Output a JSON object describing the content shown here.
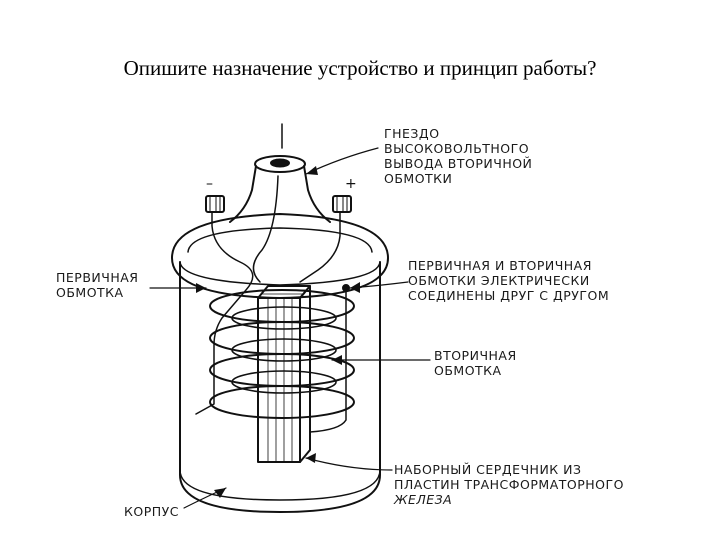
{
  "slide": {
    "title": "Опишите назначение устройство и принцип работы?"
  },
  "diagram": {
    "terminal_minus": "–",
    "terminal_plus": "+",
    "labels": {
      "socket": [
        "ГНЕЗДО",
        "ВЫСОКОВОЛЬТНОГО",
        "ВЫВОДА ВТОРИЧНОЙ",
        "ОБМОТКИ"
      ],
      "primary": [
        "ПЕРВИЧНАЯ",
        "ОБМОТКА"
      ],
      "connected": [
        "ПЕРВИЧНАЯ И ВТОРИЧНАЯ",
        "ОБМОТКИ ЭЛЕКТРИЧЕСКИ",
        "СОЕДИНЕНЫ ДРУГ С ДРУГОМ"
      ],
      "secondary": [
        "ВТОРИЧНАЯ",
        "ОБМОТКА"
      ],
      "core": [
        "НАБОРНЫЙ СЕРДЕЧНИК ИЗ",
        "ПЛАСТИН ТРАНСФОРМАТОРНОГО",
        "ЖЕЛЕЗА"
      ],
      "housing": [
        "КОРПУС"
      ]
    }
  }
}
